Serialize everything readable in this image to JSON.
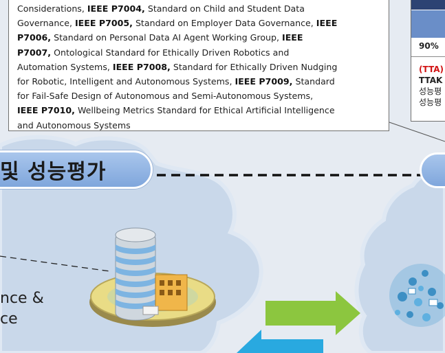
{
  "standards_box": {
    "line1_a": "Considerations, ",
    "p7004": "IEEE P7004,",
    "line1_b": " Standard on Child and Student Data",
    "line2_a": "Governance, ",
    "p7005": "IEEE P7005,",
    "line2_b": " Standard on Employer Data Governance, ",
    "ieee_end_2": "IEEE",
    "p7006": "P7006,",
    "line3_a": " Standard on Personal Data AI Agent Working Group, ",
    "ieee_end_3": "IEEE",
    "p7007": "P7007,",
    "line4_a": " Ontological Standard for Ethically Driven Robotics and",
    "line5_a": "Automation Systems, ",
    "p7008": "IEEE P7008,",
    "line5_b": " Standard for Ethically Driven Nudging",
    "line6_a": "for Robotic, Intelligent and Autonomous Systems, ",
    "p7009": "IEEE P7009,",
    "line6_b": " Standard",
    "line7_a": "for Fail-Safe Design of Autonomous and Semi-Autonomous Systems,",
    "p7010": "IEEE P7010,",
    "line8_b": " Wellbeing Metrics Standard for Ethical Artificial Intelligence",
    "line9_a": "and Autonomous Systems"
  },
  "right_panel": {
    "percent": "90%",
    "tta": "(TTA)",
    "ttak": "TTAK",
    "line_a": "성능평",
    "line_b": "성능평"
  },
  "section": {
    "title": "및 성능평가"
  },
  "body_text": {
    "line1": "nce &",
    "line2": "ce"
  },
  "colors": {
    "background": "#e6ebf2",
    "pill_blue": "#7fa6dc",
    "navy": "#2d4373",
    "arrow_green": "#8cc63f",
    "arrow_blue": "#29a9e0",
    "red_text": "#d21414"
  },
  "icons": [
    "building-icon",
    "right-arrow-icon",
    "left-arrow-icon",
    "icon-cloud"
  ]
}
